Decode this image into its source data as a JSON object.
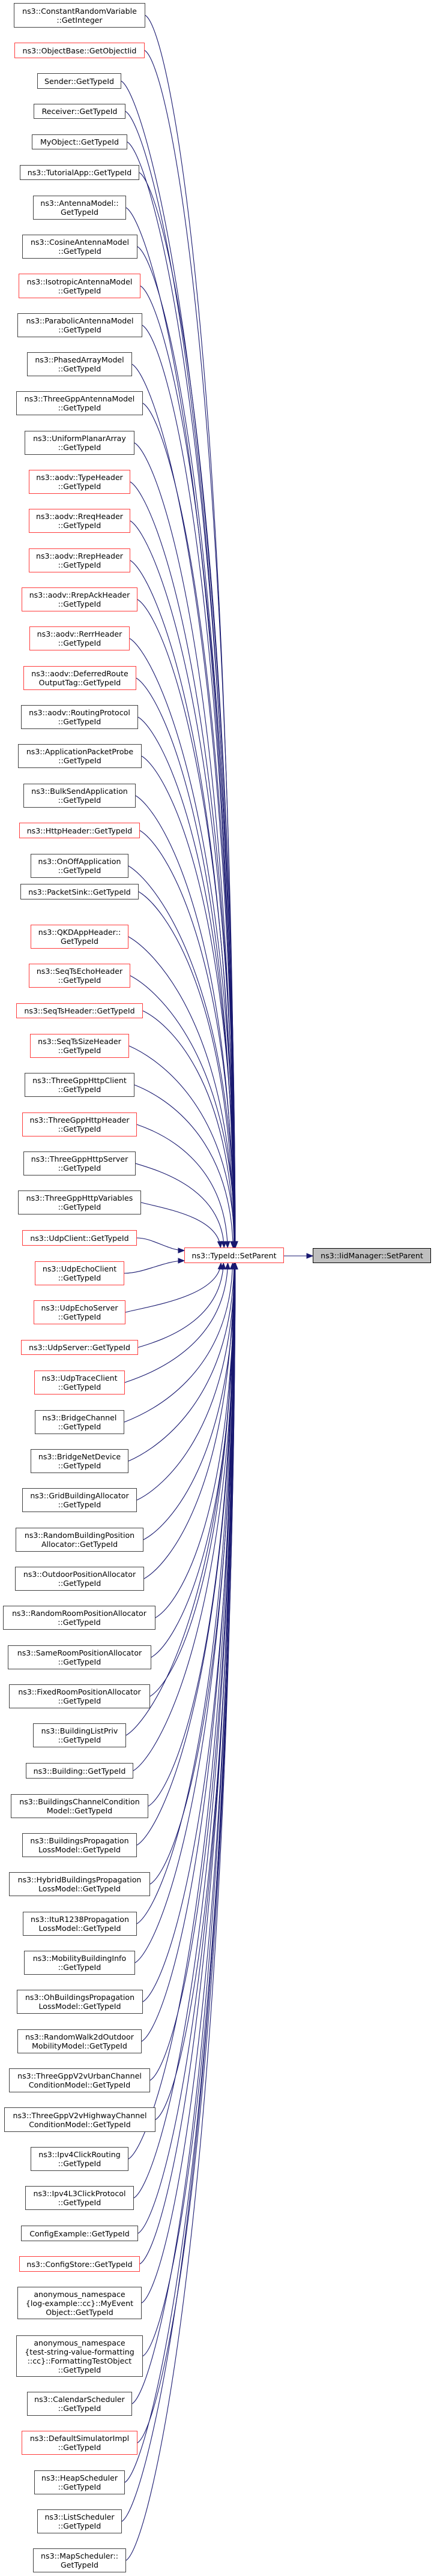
{
  "graph": {
    "type": "caller-graph",
    "colors": {
      "edge": "#191970",
      "normal_border": "#404040",
      "red_border": "#ff3b3b",
      "current_fill": "#bfbfbf"
    },
    "current": {
      "label": "ns3::IidManager::SetParent"
    },
    "direct_caller": {
      "label": "ns3::TypeId::SetParent",
      "border": "red"
    },
    "callers": [
      {
        "label": "ns3::ConstantRandomVariable\n::GetInteger",
        "border": "black"
      },
      {
        "label": "ns3::ObjectBase::GetObjectIid",
        "border": "red"
      },
      {
        "label": "Sender::GetTypeId",
        "border": "black"
      },
      {
        "label": "Receiver::GetTypeId",
        "border": "black"
      },
      {
        "label": "MyObject::GetTypeId",
        "border": "black"
      },
      {
        "label": "ns3::TutorialApp::GetTypeId",
        "border": "black"
      },
      {
        "label": "ns3::AntennaModel::\nGetTypeId",
        "border": "black"
      },
      {
        "label": "ns3::CosineAntennaModel\n::GetTypeId",
        "border": "black"
      },
      {
        "label": "ns3::IsotropicAntennaModel\n::GetTypeId",
        "border": "red"
      },
      {
        "label": "ns3::ParabolicAntennaModel\n::GetTypeId",
        "border": "black"
      },
      {
        "label": "ns3::PhasedArrayModel\n::GetTypeId",
        "border": "black"
      },
      {
        "label": "ns3::ThreeGppAntennaModel\n::GetTypeId",
        "border": "black"
      },
      {
        "label": "ns3::UniformPlanarArray\n::GetTypeId",
        "border": "black"
      },
      {
        "label": "ns3::aodv::TypeHeader\n::GetTypeId",
        "border": "red"
      },
      {
        "label": "ns3::aodv::RreqHeader\n::GetTypeId",
        "border": "red"
      },
      {
        "label": "ns3::aodv::RrepHeader\n::GetTypeId",
        "border": "red"
      },
      {
        "label": "ns3::aodv::RrepAckHeader\n::GetTypeId",
        "border": "red"
      },
      {
        "label": "ns3::aodv::RerrHeader\n::GetTypeId",
        "border": "red"
      },
      {
        "label": "ns3::aodv::DeferredRoute\nOutputTag::GetTypeId",
        "border": "red"
      },
      {
        "label": "ns3::aodv::RoutingProtocol\n::GetTypeId",
        "border": "black"
      },
      {
        "label": "ns3::ApplicationPacketProbe\n::GetTypeId",
        "border": "black"
      },
      {
        "label": "ns3::BulkSendApplication\n::GetTypeId",
        "border": "black"
      },
      {
        "label": "ns3::HttpHeader::GetTypeId",
        "border": "red"
      },
      {
        "label": "ns3::OnOffApplication\n::GetTypeId",
        "border": "black"
      },
      {
        "label": "ns3::PacketSink::GetTypeId",
        "border": "black"
      },
      {
        "label": "ns3::QKDAppHeader::\nGetTypeId",
        "border": "red"
      },
      {
        "label": "ns3::SeqTsEchoHeader\n::GetTypeId",
        "border": "red"
      },
      {
        "label": "ns3::SeqTsHeader::GetTypeId",
        "border": "red"
      },
      {
        "label": "ns3::SeqTsSizeHeader\n::GetTypeId",
        "border": "red"
      },
      {
        "label": "ns3::ThreeGppHttpClient\n::GetTypeId",
        "border": "black"
      },
      {
        "label": "ns3::ThreeGppHttpHeader\n::GetTypeId",
        "border": "red"
      },
      {
        "label": "ns3::ThreeGppHttpServer\n::GetTypeId",
        "border": "black"
      },
      {
        "label": "ns3::ThreeGppHttpVariables\n::GetTypeId",
        "border": "black"
      },
      {
        "label": "ns3::UdpClient::GetTypeId",
        "border": "red"
      },
      {
        "label": "ns3::UdpEchoClient\n::GetTypeId",
        "border": "red"
      },
      {
        "label": "ns3::UdpEchoServer\n::GetTypeId",
        "border": "red"
      },
      {
        "label": "ns3::UdpServer::GetTypeId",
        "border": "red"
      },
      {
        "label": "ns3::UdpTraceClient\n::GetTypeId",
        "border": "red"
      },
      {
        "label": "ns3::BridgeChannel\n::GetTypeId",
        "border": "black"
      },
      {
        "label": "ns3::BridgeNetDevice\n::GetTypeId",
        "border": "black"
      },
      {
        "label": "ns3::GridBuildingAllocator\n::GetTypeId",
        "border": "black"
      },
      {
        "label": "ns3::RandomBuildingPosition\nAllocator::GetTypeId",
        "border": "black"
      },
      {
        "label": "ns3::OutdoorPositionAllocator\n::GetTypeId",
        "border": "black"
      },
      {
        "label": "ns3::RandomRoomPositionAllocator\n::GetTypeId",
        "border": "black"
      },
      {
        "label": "ns3::SameRoomPositionAllocator\n::GetTypeId",
        "border": "black"
      },
      {
        "label": "ns3::FixedRoomPositionAllocator\n::GetTypeId",
        "border": "black"
      },
      {
        "label": "ns3::BuildingListPriv\n::GetTypeId",
        "border": "black"
      },
      {
        "label": "ns3::Building::GetTypeId",
        "border": "black"
      },
      {
        "label": "ns3::BuildingsChannelCondition\nModel::GetTypeId",
        "border": "black"
      },
      {
        "label": "ns3::BuildingsPropagation\nLossModel::GetTypeId",
        "border": "black"
      },
      {
        "label": "ns3::HybridBuildingsPropagation\nLossModel::GetTypeId",
        "border": "black"
      },
      {
        "label": "ns3::ItuR1238Propagation\nLossModel::GetTypeId",
        "border": "black"
      },
      {
        "label": "ns3::MobilityBuildingInfo\n::GetTypeId",
        "border": "black"
      },
      {
        "label": "ns3::OhBuildingsPropagation\nLossModel::GetTypeId",
        "border": "black"
      },
      {
        "label": "ns3::RandomWalk2dOutdoor\nMobilityModel::GetTypeId",
        "border": "black"
      },
      {
        "label": "ns3::ThreeGppV2vUrbanChannel\nConditionModel::GetTypeId",
        "border": "black"
      },
      {
        "label": "ns3::ThreeGppV2vHighwayChannel\nConditionModel::GetTypeId",
        "border": "black"
      },
      {
        "label": "ns3::Ipv4ClickRouting\n::GetTypeId",
        "border": "black"
      },
      {
        "label": "ns3::Ipv4L3ClickProtocol\n::GetTypeId",
        "border": "black"
      },
      {
        "label": "ConfigExample::GetTypeId",
        "border": "black"
      },
      {
        "label": "ns3::ConfigStore::GetTypeId",
        "border": "red"
      },
      {
        "label": "anonymous_namespace\n{log-example::cc}::MyEvent\nObject::GetTypeId",
        "border": "black"
      },
      {
        "label": "anonymous_namespace\n{test-string-value-formatting\n::cc}::FormattingTestObject\n::GetTypeId",
        "border": "black"
      },
      {
        "label": "ns3::CalendarScheduler\n::GetTypeId",
        "border": "black"
      },
      {
        "label": "ns3::DefaultSimulatorImpl\n::GetTypeId",
        "border": "red"
      },
      {
        "label": "ns3::HeapScheduler\n::GetTypeId",
        "border": "black"
      },
      {
        "label": "ns3::ListScheduler\n::GetTypeId",
        "border": "black"
      },
      {
        "label": "ns3::MapScheduler::\nGetTypeId",
        "border": "black"
      }
    ]
  }
}
